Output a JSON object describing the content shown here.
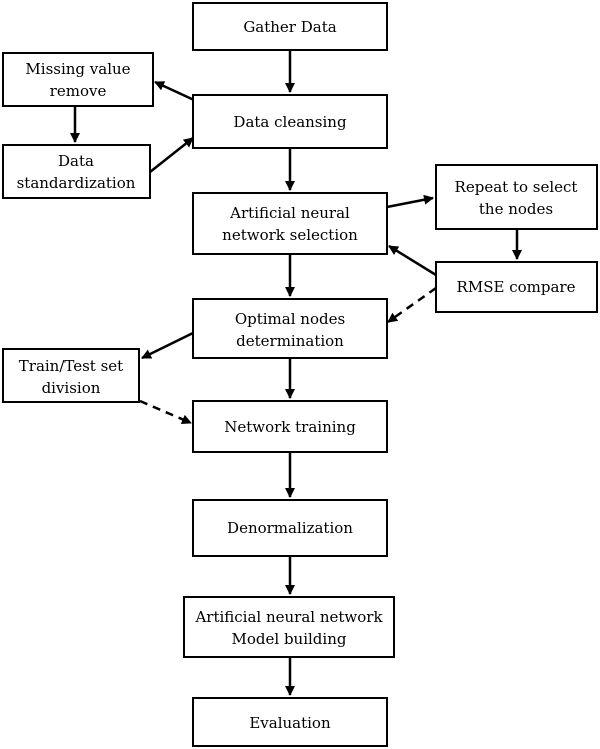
{
  "boxes": {
    "gather_data": {
      "lines": [
        "Gather Data"
      ]
    },
    "missing_value": {
      "lines": [
        "Missing value",
        "remove"
      ]
    },
    "data_cleansing": {
      "lines": [
        "Data cleansing"
      ]
    },
    "data_standardization": {
      "lines": [
        "Data",
        "standardization"
      ]
    },
    "ann_selection": {
      "lines": [
        "Artificial neural",
        "network selection"
      ]
    },
    "repeat_select": {
      "lines": [
        "Repeat to select",
        "the nodes"
      ]
    },
    "rmse_compare": {
      "lines": [
        "RMSE compare"
      ]
    },
    "optimal_nodes": {
      "lines": [
        "Optimal nodes",
        "determination"
      ]
    },
    "train_test": {
      "lines": [
        "Train/Test set",
        "division"
      ]
    },
    "network_training": {
      "lines": [
        "Network training"
      ]
    },
    "denormalization": {
      "lines": [
        "Denormalization"
      ]
    },
    "ann_model": {
      "lines": [
        "Artificial neural network",
        "Model building"
      ]
    },
    "evaluation": {
      "lines": [
        "Evaluation"
      ]
    }
  },
  "connections": [
    {
      "from": "gather_data",
      "to": "data_cleansing",
      "style": "solid"
    },
    {
      "from": "data_cleansing",
      "to": "missing_value",
      "style": "solid"
    },
    {
      "from": "missing_value",
      "to": "data_standardization",
      "style": "solid"
    },
    {
      "from": "data_standardization",
      "to": "data_cleansing",
      "style": "solid"
    },
    {
      "from": "data_cleansing",
      "to": "ann_selection",
      "style": "solid"
    },
    {
      "from": "ann_selection",
      "to": "repeat_select",
      "style": "solid"
    },
    {
      "from": "repeat_select",
      "to": "rmse_compare",
      "style": "solid"
    },
    {
      "from": "rmse_compare",
      "to": "ann_selection",
      "style": "solid"
    },
    {
      "from": "rmse_compare",
      "to": "optimal_nodes",
      "style": "dashed"
    },
    {
      "from": "ann_selection",
      "to": "optimal_nodes",
      "style": "solid"
    },
    {
      "from": "optimal_nodes",
      "to": "train_test",
      "style": "solid"
    },
    {
      "from": "optimal_nodes",
      "to": "network_training",
      "style": "solid"
    },
    {
      "from": "train_test",
      "to": "network_training",
      "style": "dashed"
    },
    {
      "from": "network_training",
      "to": "denormalization",
      "style": "solid"
    },
    {
      "from": "denormalization",
      "to": "ann_model",
      "style": "solid"
    },
    {
      "from": "ann_model",
      "to": "evaluation",
      "style": "solid"
    }
  ]
}
